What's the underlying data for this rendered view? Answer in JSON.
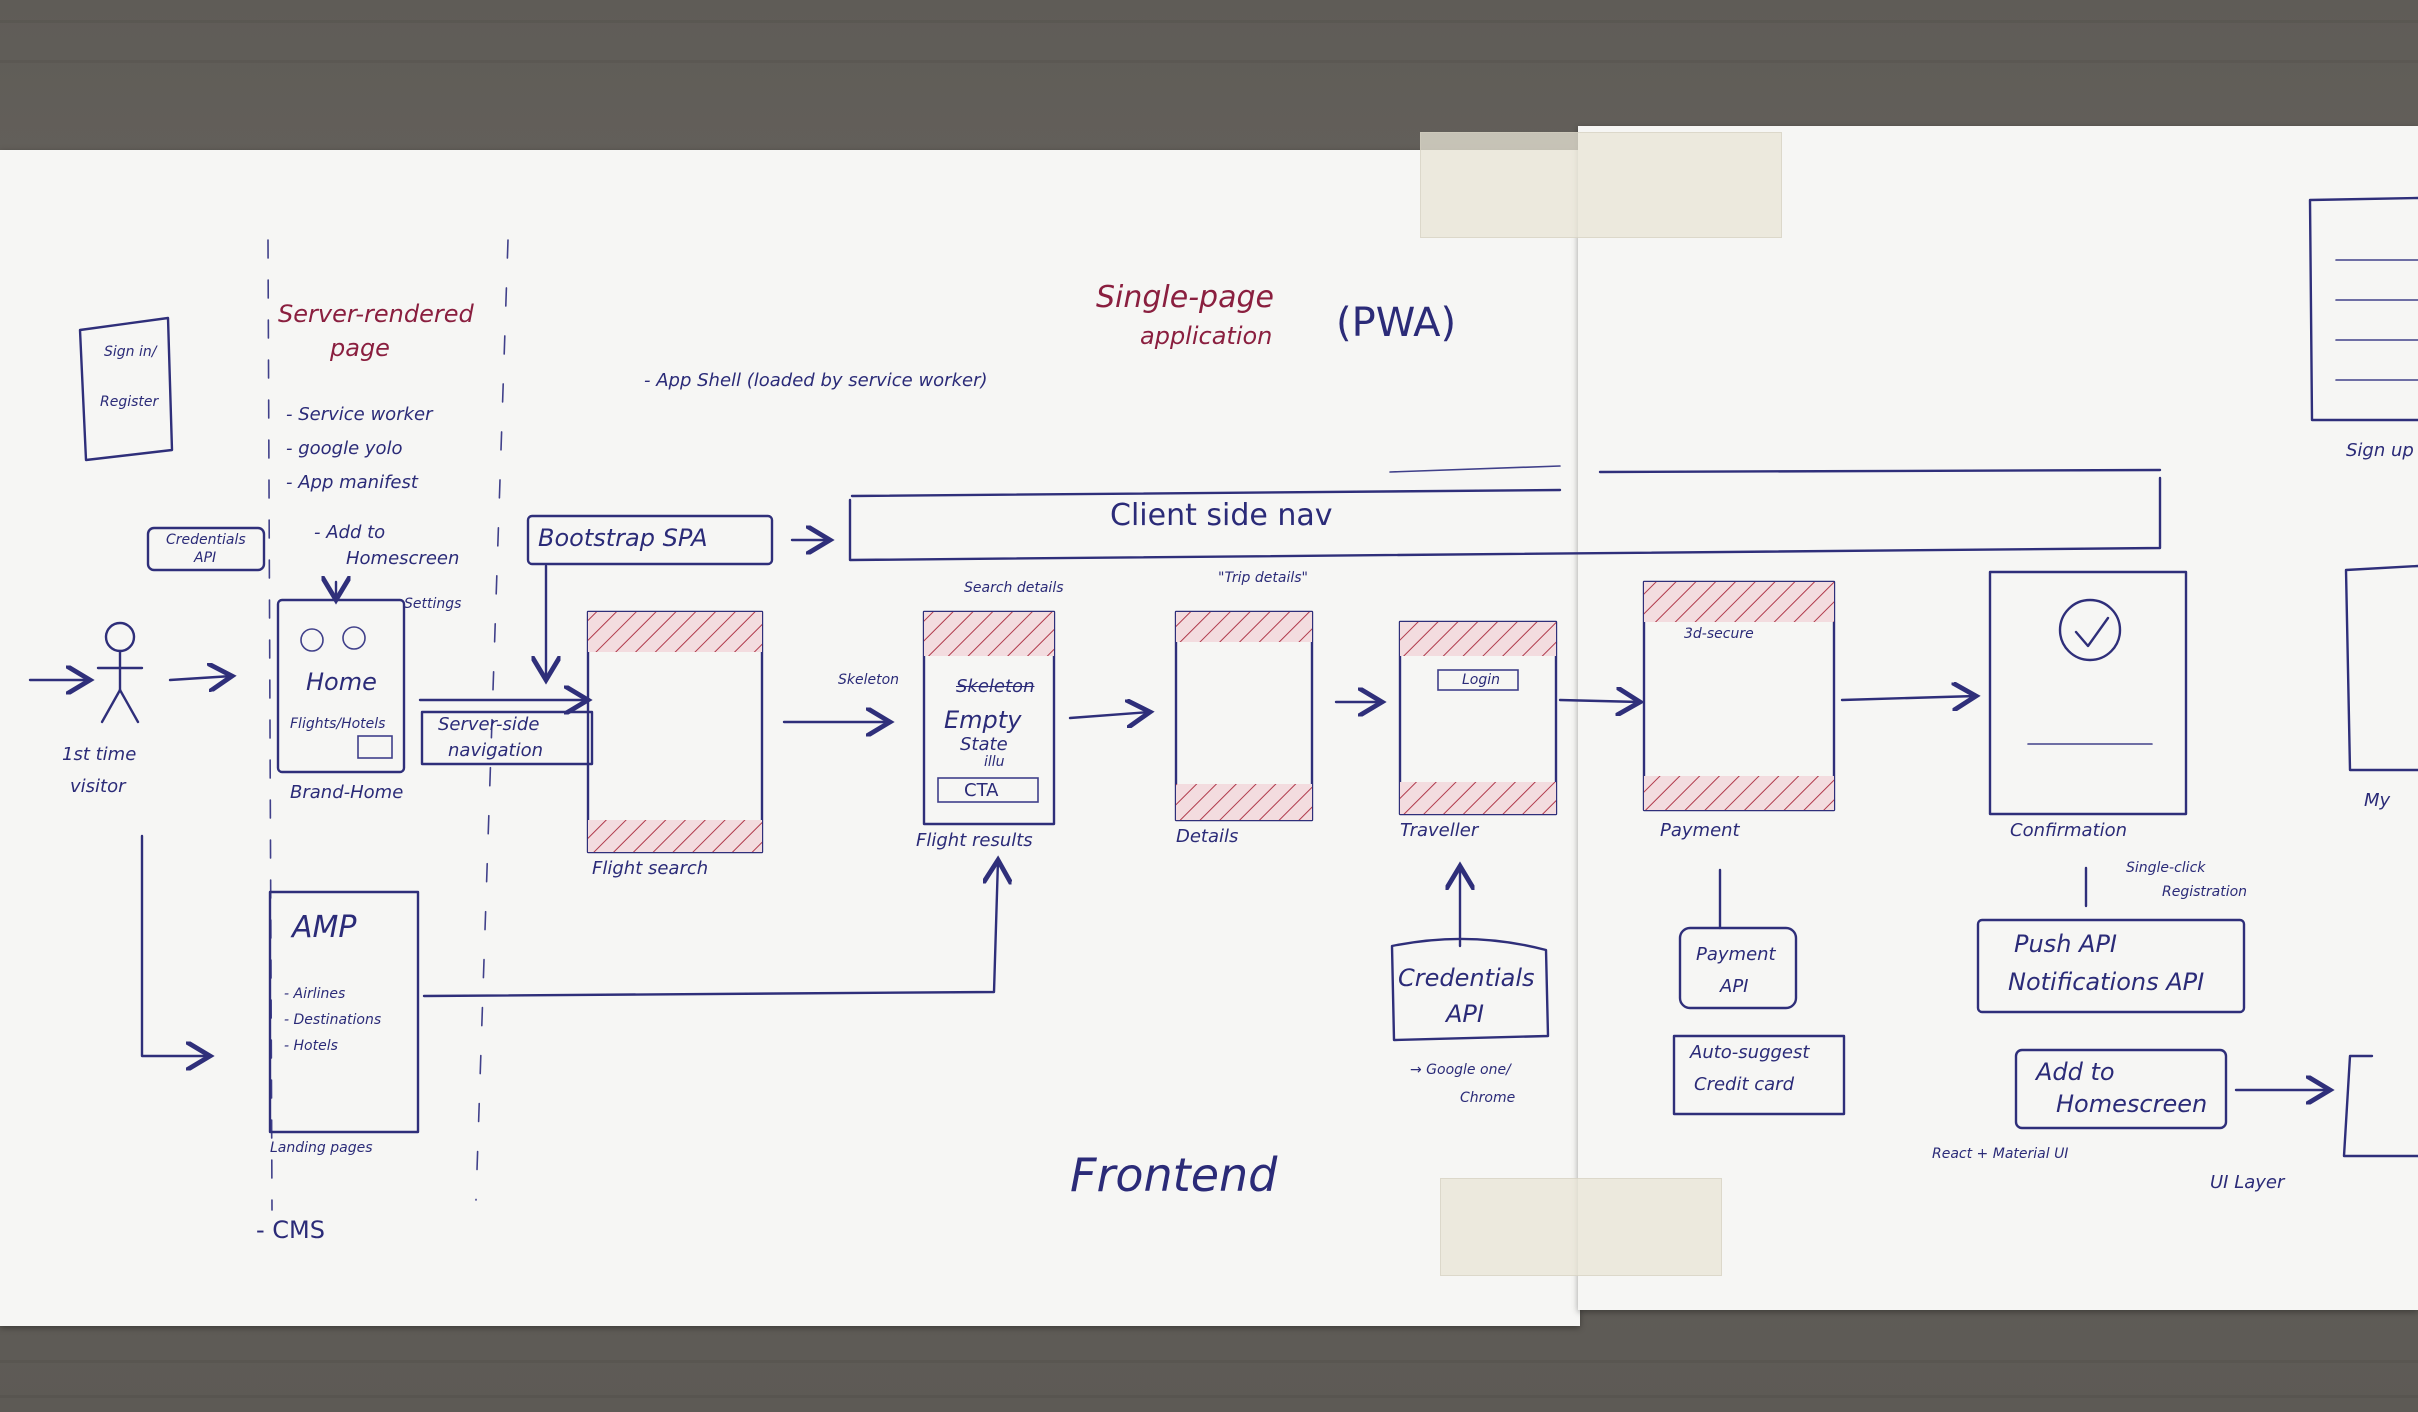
{
  "diagram": {
    "title_line1": "Single-page",
    "title_line2": "application",
    "title_tag": "(PWA)",
    "app_shell_note": "- App Shell (loaded by service worker)",
    "server_rendered_line1": "Server-rendered",
    "server_rendered_line2": "page",
    "server_list": [
      "- Service worker",
      "- google yolo",
      "- App manifest",
      "- Add to",
      "Homescreen"
    ],
    "sign_in_box": [
      "Sign in/",
      "Register"
    ],
    "credentials_api_small": [
      "Credentials",
      "API"
    ],
    "actor_label_line1": "1st time",
    "actor_label_line2": "visitor",
    "home_label": "Home",
    "home_caption": "Brand-Home",
    "home_subtext": "Flights/Hotels",
    "settings_label": "Settings",
    "bootstrap_spa": "Bootstrap SPA",
    "client_side_nav": "Client side nav",
    "server_side_nav_line1": "Server-side",
    "server_side_nav_line2": "navigation",
    "skeleton_label": "Skeleton",
    "search_details": "Search details",
    "trip_details": "\"Trip details\"",
    "empty_state_line1": "Empty",
    "empty_state_line2": "State",
    "empty_state_line3": "illu",
    "cta_label": "CTA",
    "skeleton_struck": "Skeleton",
    "login_label": "Login",
    "three_d_secure": "3d-secure",
    "screens": {
      "flight_search": "Flight search",
      "flight_results": "Flight results",
      "details": "Details",
      "traveller": "Traveller",
      "payment": "Payment",
      "confirmation": "Confirmation"
    },
    "amp_title": "AMP",
    "amp_list": [
      "- Airlines",
      "- Destinations",
      "- Hotels"
    ],
    "landing_pages": "Landing pages",
    "cms": "- CMS",
    "credentials_api_line1": "Credentials",
    "credentials_api_line2": "API",
    "google_note_line1": "→ Google one/",
    "google_note_line2": "Chrome",
    "payment_api_line1": "Payment",
    "payment_api_line2": "API",
    "autosuggest_line1": "Auto-suggest",
    "autosuggest_line2": "Credit card",
    "single_click_line1": "Single-click",
    "single_click_line2": "Registration",
    "push_api_line1": "Push API",
    "push_api_line2": "Notifications API",
    "add_homescreen_line1": "Add to",
    "add_homescreen_line2": "Homescreen",
    "react_note": "React + Material UI",
    "ui_layer": "UI Layer",
    "frontend": "Frontend",
    "sign_up": "Sign up",
    "my_partial": "My"
  },
  "colors": {
    "ink": "#2f2f7a",
    "red_ink": "#8a1f3f",
    "paper": "#f6f6f4",
    "table": "#66625c"
  }
}
